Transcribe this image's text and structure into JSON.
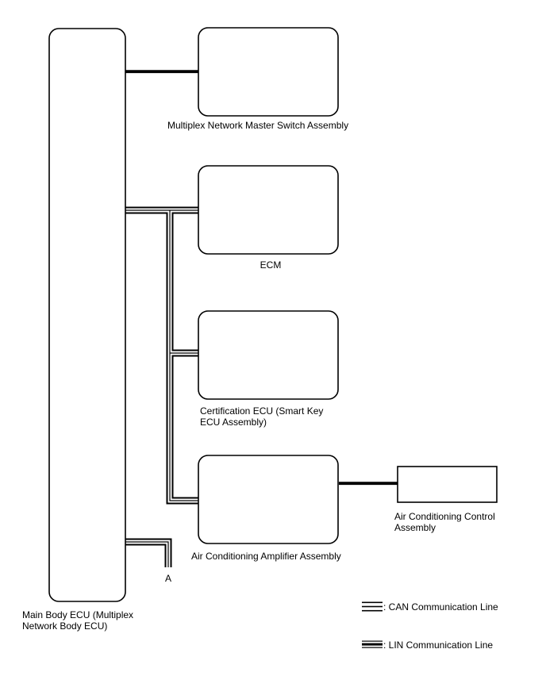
{
  "components": {
    "main_body_ecu": {
      "label_lines": [
        "Main Body ECU (Multiplex",
        "Network Body ECU)"
      ]
    },
    "master_switch": {
      "label_lines": [
        "Multiplex Network Master Switch Assembly"
      ]
    },
    "ecm": {
      "label_lines": [
        "ECM"
      ]
    },
    "certification_ecu": {
      "label_lines": [
        "Certification ECU (Smart Key",
        "ECU Assembly)"
      ]
    },
    "ac_amplifier": {
      "label_lines": [
        "Air Conditioning Amplifier Assembly"
      ]
    },
    "ac_control": {
      "label_lines": [
        "Air Conditioning Control",
        "Assembly"
      ]
    }
  },
  "connector_label": "A",
  "legend": {
    "can": {
      "label": ": CAN Communication Line",
      "style": "double"
    },
    "lin": {
      "label": ": LIN Communication Line",
      "style": "thick-center"
    }
  },
  "colors": {
    "line": "#000000",
    "background": "#ffffff"
  }
}
